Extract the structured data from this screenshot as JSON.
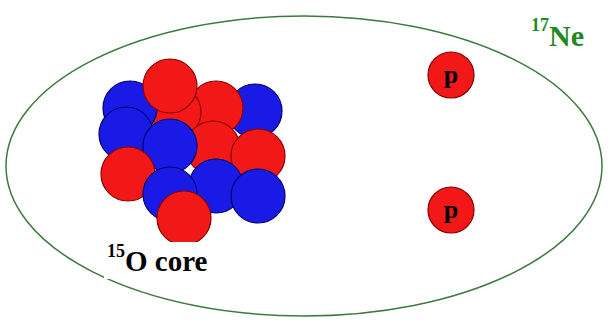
{
  "diagram": {
    "nodes": [
      {
        "text": [
          "17",
          "Ne"
        ]
      },
      {
        "text": [
          "15",
          "O core"
        ],
        "in": 0
      },
      {
        "text": [
          "p"
        ],
        "in": 0
      },
      {
        "text": [
          "p"
        ],
        "in": 0
      }
    ]
  }
}
